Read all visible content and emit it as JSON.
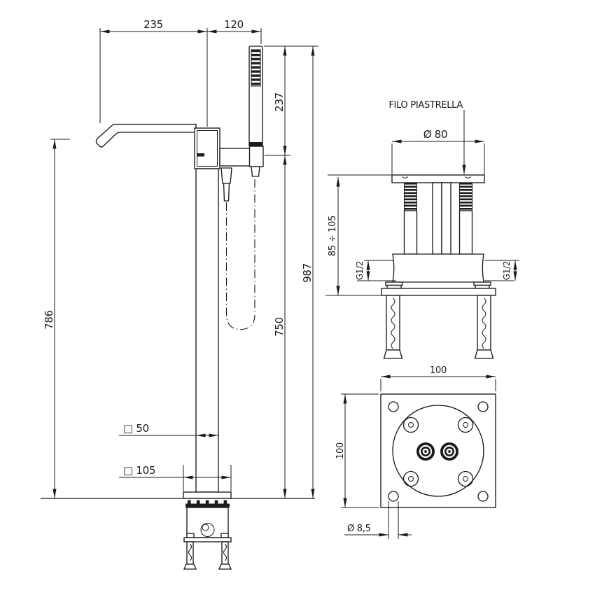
{
  "meta": {
    "drawing_type": "freestanding bath mixer technical drawing",
    "line_color": "#1b1b1b",
    "background_color": "#ffffff"
  },
  "front_view": {
    "dim_spout_reach": "235",
    "dim_shower_offset": "120",
    "dim_handshower_height": "237",
    "dim_overall_height": "987",
    "dim_hose_column_height": "750",
    "dim_spout_height": "786",
    "dim_column_section": "□ 50",
    "dim_base_section": "□ 105"
  },
  "rough_in_view": {
    "tile_level_label": "FILO PIASTRELLA",
    "dim_flange_diameter": "Ø 80",
    "dim_installation_depth_range": "85 ÷ 105",
    "thread_left": "G1/2",
    "thread_right": "G1/2"
  },
  "plan_view": {
    "dim_width": "100",
    "dim_depth": "100",
    "dim_hole_diameter": "Ø 8,5"
  }
}
